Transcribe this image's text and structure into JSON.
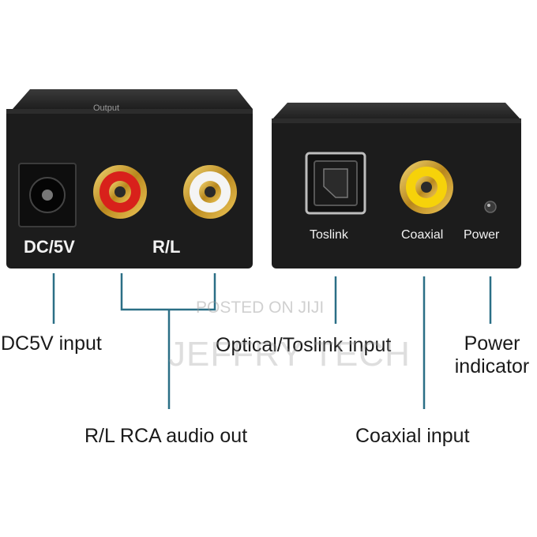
{
  "left_device": {
    "output_label": "Output",
    "power_jack_label": "DC/5V",
    "rca_label": "R/L"
  },
  "right_device": {
    "toslink_label": "Toslink",
    "coaxial_label": "Coaxial",
    "power_label": "Power"
  },
  "callouts": {
    "dc_input": "DC5V input",
    "rca_out": "R/L RCA audio out",
    "optical_input": "Optical/Toslink input",
    "coaxial_input": "Coaxial input",
    "power_indicator_line1": "Power",
    "power_indicator_line2": "indicator"
  },
  "watermark": {
    "posted": "POSTED ON JIJI",
    "brand": "JEFFRY TECH"
  },
  "colors": {
    "device_body": "#1c1c1c",
    "rca_red": "#d8211b",
    "rca_white": "#f4f4f4",
    "rca_yellow": "#f6d20a",
    "gold": "#c9a227",
    "leader_line": "#2b6f86"
  }
}
